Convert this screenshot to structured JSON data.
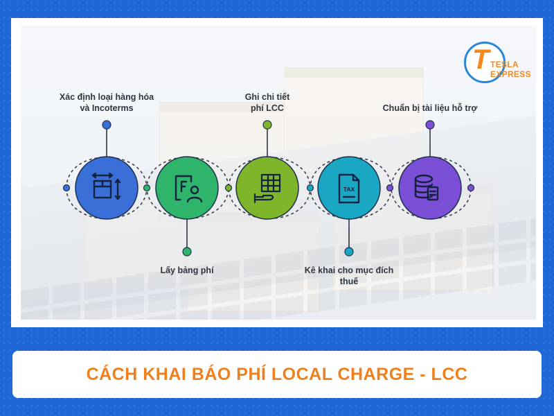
{
  "logo": {
    "mark": "T",
    "line1": "TESLA",
    "line2": "EXPRESS"
  },
  "steps": [
    {
      "label_line1": "Xác định loại hàng hóa",
      "label_line2": "và Incoterms",
      "icon": "box-dimensions-icon",
      "color": "#3a6fd8",
      "label_side": "top"
    },
    {
      "label_line1": "Lấy bảng phí",
      "label_line2": "",
      "icon": "document-person-icon",
      "color": "#2fb56b",
      "label_side": "bottom"
    },
    {
      "label_line1": "Ghi chi tiết",
      "label_line2": "phí LCC",
      "icon": "hand-spreadsheet-icon",
      "color": "#7fb52a",
      "label_side": "top"
    },
    {
      "label_line1": "Kê khai cho mục đích",
      "label_line2": "thuế",
      "icon": "tax-document-icon",
      "color": "#19a7c4",
      "label_side": "bottom"
    },
    {
      "label_line1": "Chuẩn bị tài liệu hỗ trợ",
      "label_line2": "",
      "icon": "database-document-icon",
      "color": "#7b4fd6",
      "label_side": "top"
    }
  ],
  "tax_text": "TAX",
  "title": "CÁCH KHAI BÁO PHÍ LOCAL CHARGE - LCC"
}
